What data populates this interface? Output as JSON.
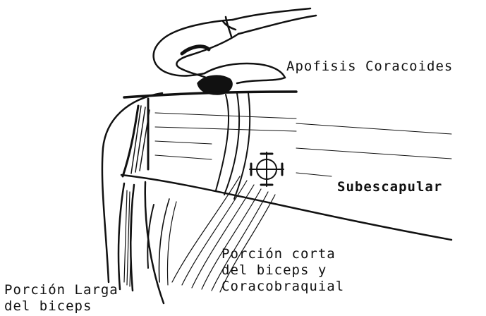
{
  "labels": {
    "apofisis_coracoides": "Apofisis Coracoides",
    "subescapular": "Subescapular",
    "porcion_corta": [
      "Porción corta",
      "del biceps y",
      "Coracobraquial"
    ],
    "porcion_larga": [
      "Porción Larga",
      "del biceps"
    ]
  },
  "colors": {
    "ink": "#111111",
    "paper": "#ffffff"
  }
}
